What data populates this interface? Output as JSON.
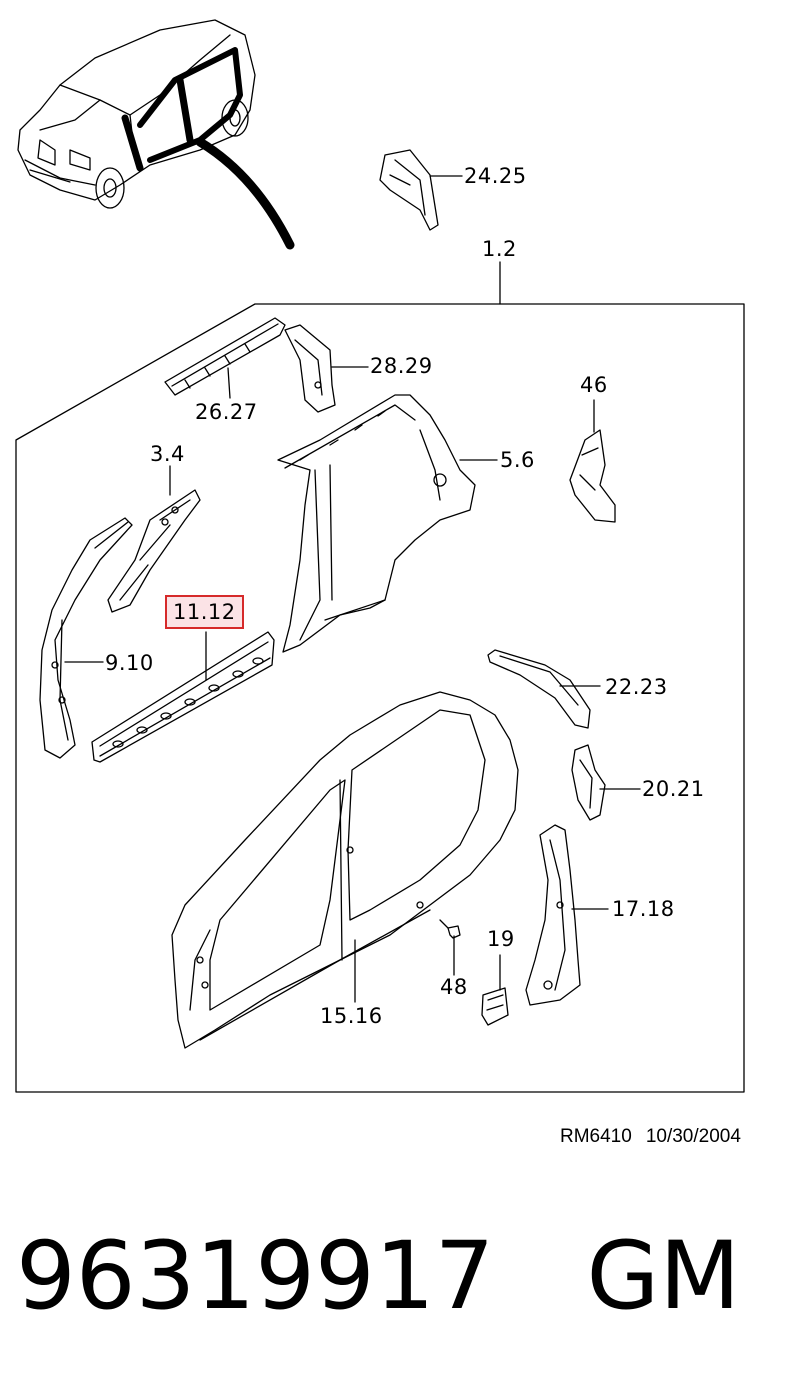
{
  "callouts": [
    {
      "id": "24-25",
      "text": "24.25"
    },
    {
      "id": "1-2",
      "text": "1.2"
    },
    {
      "id": "28-29",
      "text": "28.29"
    },
    {
      "id": "26-27",
      "text": "26.27"
    },
    {
      "id": "46",
      "text": "46"
    },
    {
      "id": "3-4",
      "text": "3.4"
    },
    {
      "id": "5-6",
      "text": "5.6"
    },
    {
      "id": "11-12",
      "text": "11.12",
      "highlighted": true
    },
    {
      "id": "9-10",
      "text": "9.10"
    },
    {
      "id": "22-23",
      "text": "22.23"
    },
    {
      "id": "20-21",
      "text": "20.21"
    },
    {
      "id": "17-18",
      "text": "17.18"
    },
    {
      "id": "19",
      "text": "19"
    },
    {
      "id": "48",
      "text": "48"
    },
    {
      "id": "15-16",
      "text": "15.16"
    }
  ],
  "reference": {
    "code": "RM6410",
    "date": "10/30/2004"
  },
  "part": {
    "number": "96319917",
    "brand": "GM"
  },
  "colors": {
    "highlight_border": "#d62a2a",
    "highlight_fill": "#fbe3e6",
    "ink": "#000000"
  }
}
